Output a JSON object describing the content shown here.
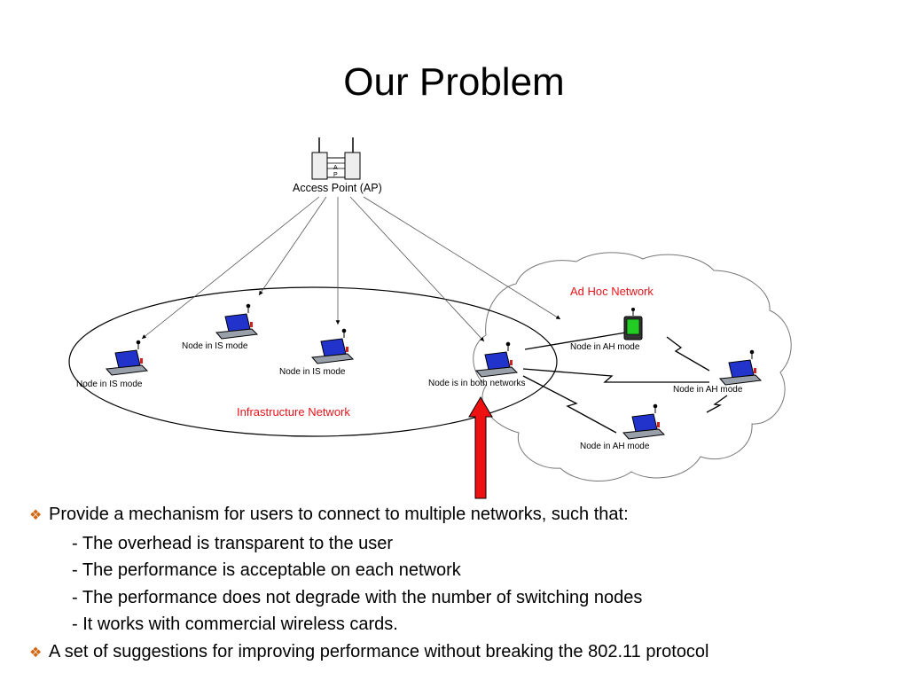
{
  "slide": {
    "title": "Our Problem"
  },
  "diagram": {
    "ap_label": "Access Point (AP)",
    "ap_glyph_top": "A",
    "ap_glyph_bottom": "P",
    "adhoc_label": "Ad Hoc Network",
    "infra_label": "Infrastructure Network",
    "nodes": {
      "is_left": "Node in IS mode",
      "is_top": "Node in IS mode",
      "is_mid": "Node in IS mode",
      "both": "Node is in both networks",
      "ah_pda": "Node in AH mode",
      "ah_right": "Node in AH mode",
      "ah_bottom": "Node in AH mode"
    },
    "colors": {
      "arrow": "#ee1111",
      "red_label": "#e8141b",
      "laptop_screen": "#2233cc",
      "pda_screen": "#22cc22",
      "bullet": "#d4660f"
    }
  },
  "bullets": [
    {
      "text": "Provide a mechanism for users to connect to multiple networks, such that:",
      "sub": [
        "- The overhead is transparent to the user",
        "- The performance is acceptable on each network",
        "- The performance does not degrade with the number of switching nodes",
        "- It works with commercial wireless cards."
      ]
    },
    {
      "text": "A set of suggestions for improving performance without breaking the 802.11 protocol",
      "sub": []
    }
  ]
}
